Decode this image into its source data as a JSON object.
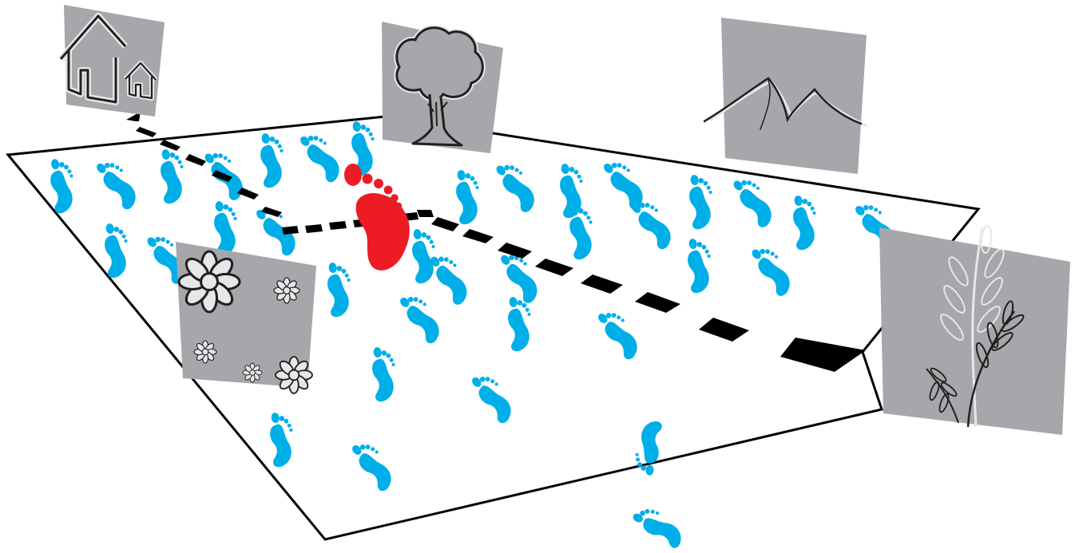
{
  "colors": {
    "background": "#ffffff",
    "floor_edge": "#000000",
    "footprint_blue": "#00aee8",
    "footprint_red": "#ed1c24",
    "path_dashes": "#000000",
    "card_gray": "#a6a7aa",
    "icon_dark": "#231f20",
    "icon_light": "#e6e7e8"
  },
  "cards": [
    {
      "name": "card-house",
      "icon": "house-icon"
    },
    {
      "name": "card-tree",
      "icon": "tree-icon"
    },
    {
      "name": "card-mountains",
      "icon": "mountains-icon"
    },
    {
      "name": "card-flowers",
      "icon": "flower-icon"
    },
    {
      "name": "card-wheat",
      "icon": "wheat-icon"
    }
  ],
  "markers": {
    "start": "red-footprint-icon",
    "step": "blue-footprint-icon",
    "route": "dashed-path-arrow-icon"
  }
}
